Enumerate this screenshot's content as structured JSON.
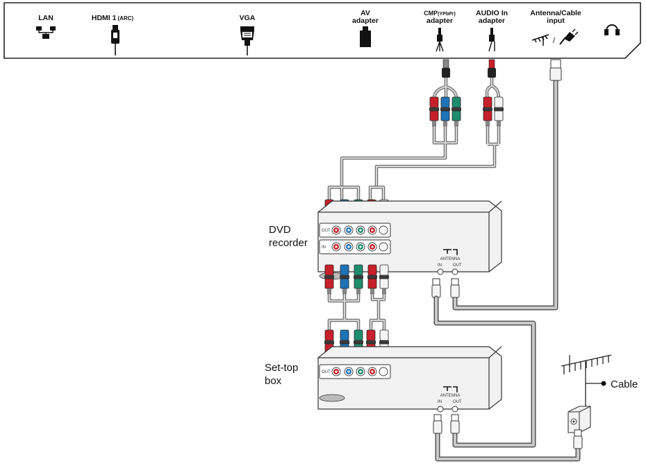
{
  "panel": {
    "ports": [
      {
        "name": "lan",
        "label": "LAN"
      },
      {
        "name": "hdmi",
        "label": "HDMI 1",
        "sub": "(ARC)"
      },
      {
        "name": "vga",
        "label": "VGA"
      },
      {
        "name": "av",
        "label": "AV",
        "label2": "adapter"
      },
      {
        "name": "cmp",
        "label": "CMP",
        "sub": "(YPbPr)",
        "label2": "adapter"
      },
      {
        "name": "audio",
        "label": "AUDIO In",
        "label2": "adapter"
      },
      {
        "name": "antenna",
        "label": "Antenna/Cable",
        "label2": "input"
      }
    ]
  },
  "devices": {
    "dvd": {
      "line1": "DVD",
      "line2": "recorder"
    },
    "stb": {
      "line1": "Set-top",
      "line2": "box"
    },
    "jack_out": "OUT",
    "jack_in": "IN",
    "antenna_word": "ANTENNA",
    "antenna_in": "IN",
    "antenna_out": "OUT"
  },
  "external": {
    "cable_label": "Cable"
  },
  "colors": {
    "red": "#c8202a",
    "blue": "#1f73b7",
    "green": "#1f8c6e",
    "white": "#f4f4f4",
    "cable_outline": "#555555",
    "cable_fill": "#c9c9c9",
    "device_fill": "#f2f2f2",
    "device_stroke": "#333333"
  }
}
